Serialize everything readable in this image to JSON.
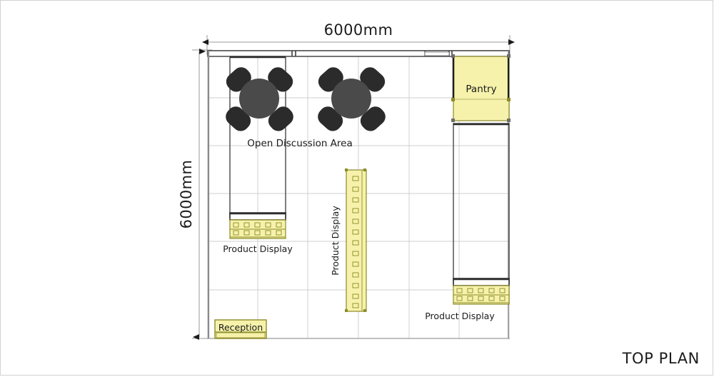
{
  "drawing": {
    "title": "TOP PLAN",
    "background_color": "#ffffff",
    "frame_color": "#d2d2d2"
  },
  "dimensions": {
    "width_label": "6000mm",
    "height_label": "6000mm",
    "unit": "mm"
  },
  "colors": {
    "furniture_fill": "#f6f2ab",
    "furniture_stroke": "#8d8b2a",
    "wall_stroke": "#333333",
    "partition_stroke": "#6e6e6e",
    "grid_stroke": "#cfcfcf",
    "table_fill": "#4a4a4a",
    "chair_fill": "#2b2b2b",
    "dimension_stroke": "#7a7a7a",
    "text_color": "#1b1b1b"
  },
  "grid": {
    "columns": 6,
    "rows": 6,
    "show": true
  },
  "zones": [
    {
      "id": "open-discussion-area",
      "label": "Open Discussion Area",
      "type": "open-area"
    },
    {
      "id": "pantry",
      "label": "Pantry",
      "type": "room",
      "fill": "#f6f2ab"
    },
    {
      "id": "reception",
      "label": "Reception",
      "type": "counter",
      "fill": "#f6f2ab"
    }
  ],
  "product_displays": [
    {
      "id": "product-display-left",
      "label": "Product Display",
      "orientation": "horizontal",
      "shelf_rows": 2,
      "shelf_items_per_row": 5
    },
    {
      "id": "product-display-center",
      "label": "Product Display",
      "orientation": "vertical",
      "shelf_rows": 13,
      "shelf_items_per_row": 1
    },
    {
      "id": "product-display-right",
      "label": "Product Display",
      "orientation": "horizontal",
      "shelf_rows": 2,
      "shelf_items_per_row": 5
    }
  ],
  "tables": [
    {
      "id": "round-table-left",
      "type": "round-table",
      "seats": 4
    },
    {
      "id": "round-table-right",
      "type": "round-table",
      "seats": 4
    }
  ]
}
